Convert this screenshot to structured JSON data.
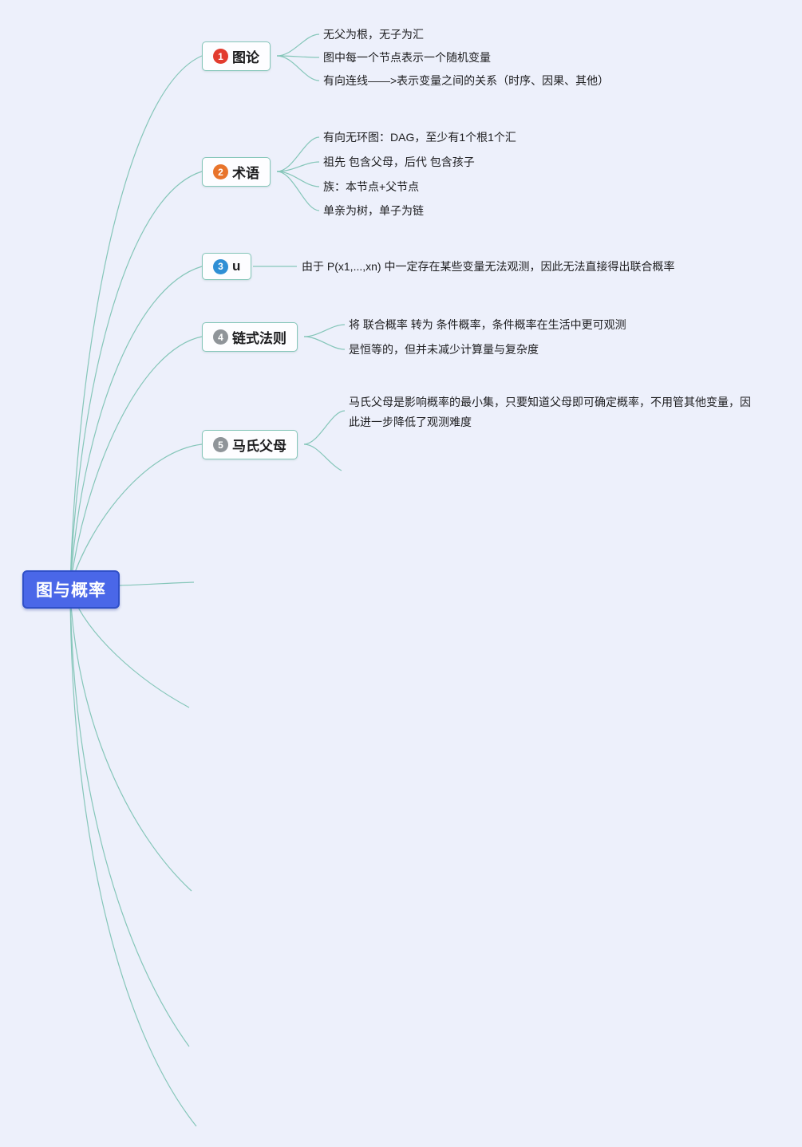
{
  "root": {
    "label": "图与概率"
  },
  "branches": [
    {
      "badge": "1",
      "badge_color": "#e23b2e",
      "label": "图论",
      "children": [
        {
          "text": "无父为根，无子为汇"
        },
        {
          "text": "图中每一个节点表示一个随机变量"
        },
        {
          "text": "有向连线——>表示变量之间的关系（时序、因果、其他）"
        }
      ]
    },
    {
      "badge": "2",
      "badge_color": "#e8742c",
      "label": "术语",
      "children": [
        {
          "text": "有向无环图：DAG，至少有1个根1个汇"
        },
        {
          "text": "祖先 包含父母，后代 包含孩子"
        },
        {
          "text": "族：本节点+父节点"
        },
        {
          "text": "单亲为树，单子为链"
        }
      ]
    },
    {
      "badge": "3",
      "badge_color": "#2f8fd5",
      "label": "u",
      "children": [
        {
          "text": "由于 P(x1,...,xn) 中一定存在某些变量无法观测，因此无法直接得出联合概率"
        }
      ]
    },
    {
      "badge": "4",
      "badge_color": "#8f9499",
      "label": "链式法则",
      "children": [
        {
          "text": "将 联合概率 转为 条件概率，条件概率在生活中更可观测"
        },
        {
          "text": "是恒等的，但并未减少计算量与复杂度"
        }
      ]
    },
    {
      "badge": "5",
      "badge_color": "#8f9499",
      "label": "马氏父母",
      "children": [
        {
          "text": "马氏父母是影响概率的最小集，只要知道父母即可确定概率，不用管其他变量，因此进一步降低了观测难度"
        }
      ]
    }
  ],
  "colors": {
    "background": "#edf0fb",
    "line": "#85c6b9",
    "node_border": "#85c6b9",
    "node_bg": "#fdfdff",
    "root_bg": "#4a67e8",
    "root_border": "#3050c8",
    "text": "#1d1d1f"
  }
}
